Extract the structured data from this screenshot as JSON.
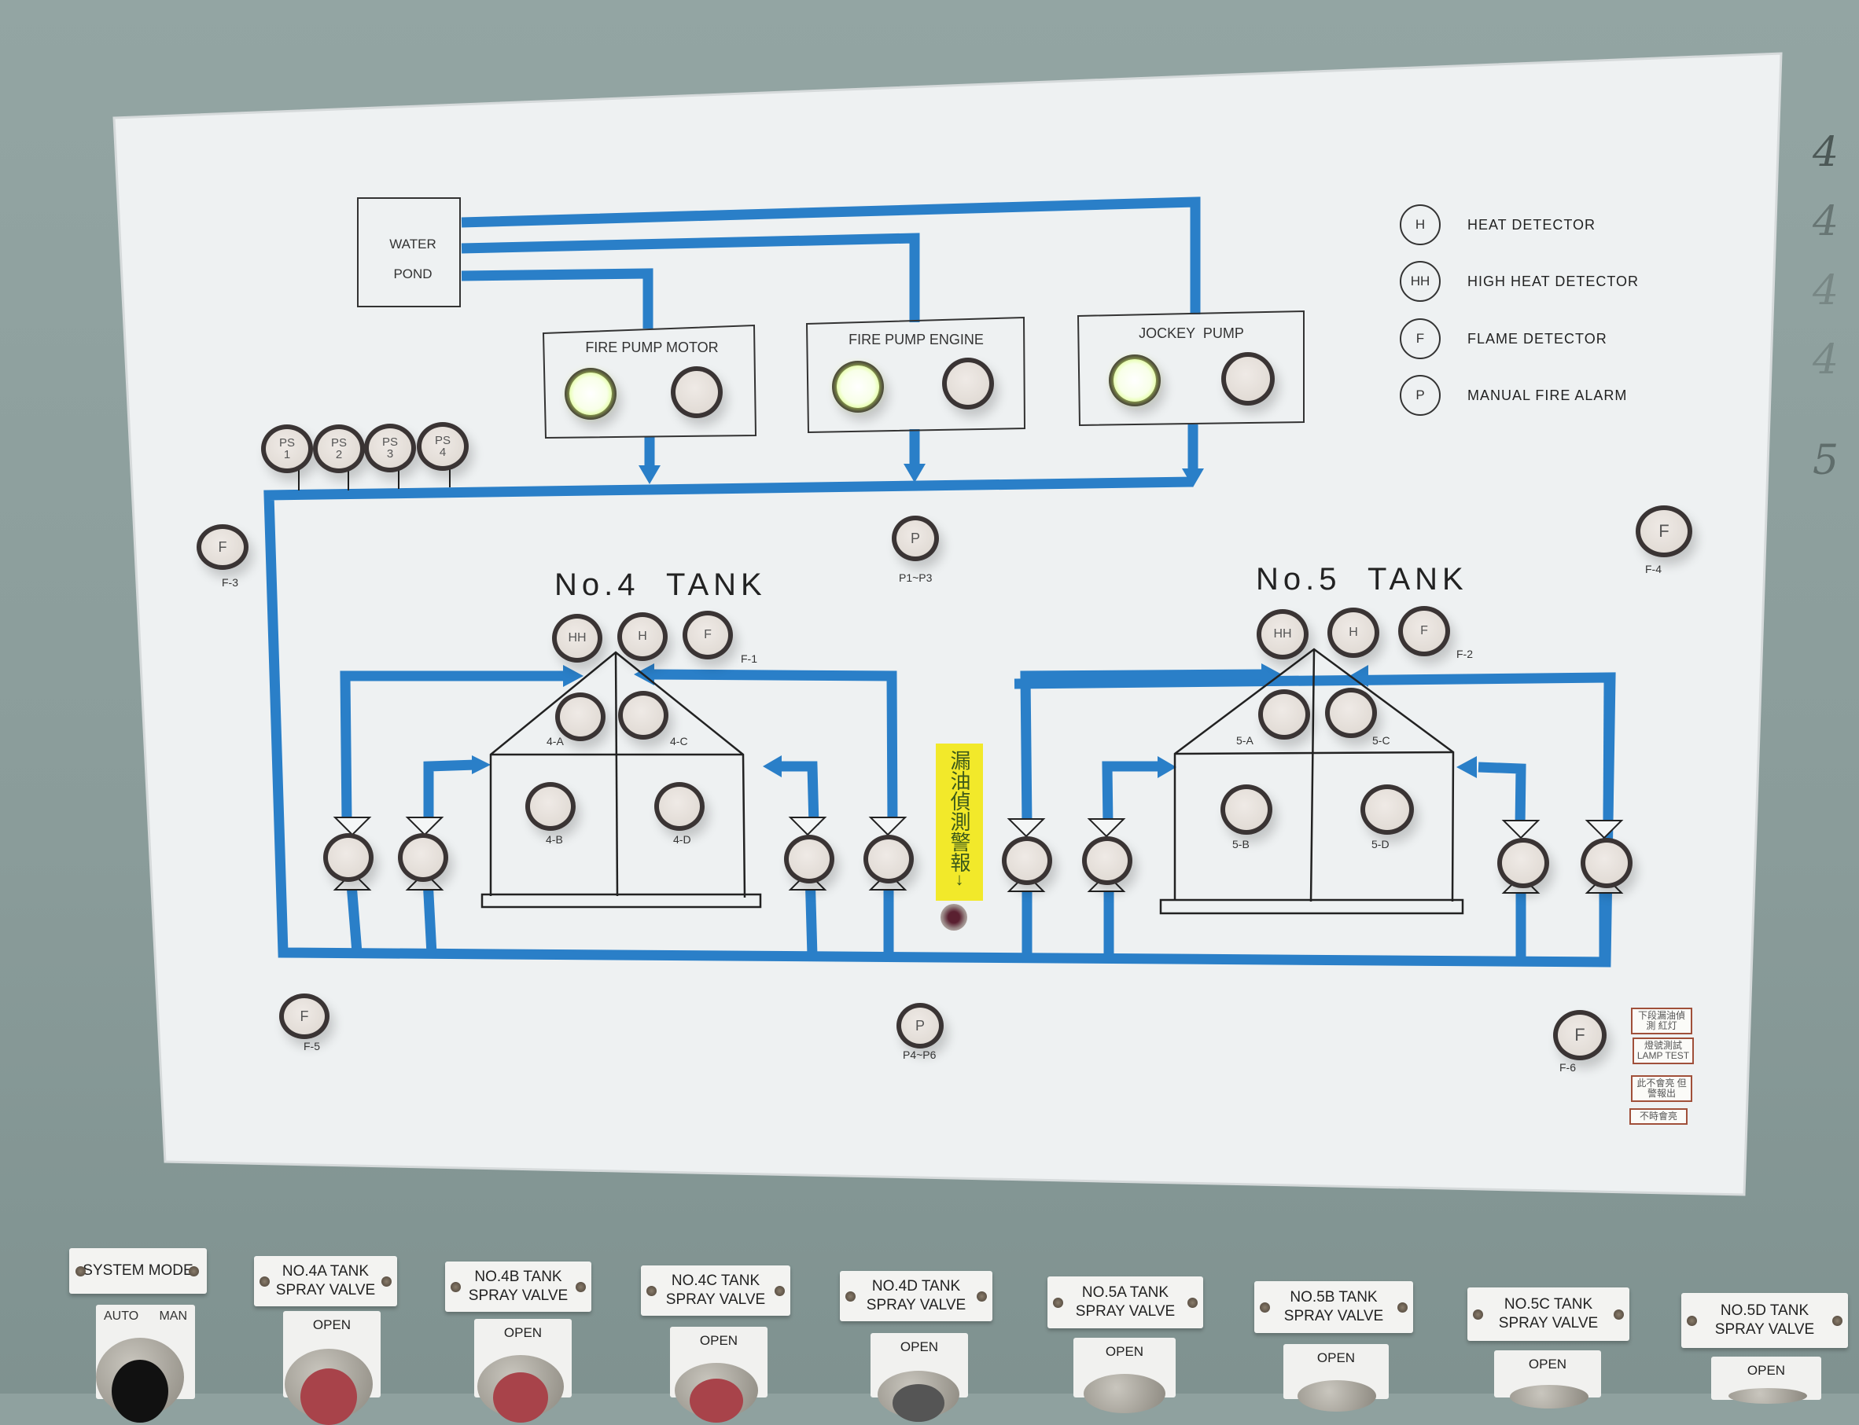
{
  "legend": [
    {
      "symbol": "H",
      "label": "HEAT DETECTOR"
    },
    {
      "symbol": "HH",
      "label": "HIGH HEAT DETECTOR"
    },
    {
      "symbol": "F",
      "label": "FLAME DETECTOR"
    },
    {
      "symbol": "P",
      "label": "MANUAL FIRE ALARM"
    }
  ],
  "water_pond": {
    "line1": "WATER",
    "line2": "POND"
  },
  "pumps": [
    {
      "label": "FIRE PUMP MOTOR",
      "run_lamp": "on",
      "stop_lamp": "off"
    },
    {
      "label": "FIRE PUMP ENGINE",
      "run_lamp": "on",
      "stop_lamp": "off"
    },
    {
      "label": "JOCKEY  PUMP",
      "run_lamp": "on",
      "stop_lamp": "off"
    }
  ],
  "pressure_switches": [
    {
      "line1": "PS",
      "line2": "1"
    },
    {
      "line1": "PS",
      "line2": "2"
    },
    {
      "line1": "PS",
      "line2": "3"
    },
    {
      "line1": "PS",
      "line2": "4"
    }
  ],
  "flame_detectors": [
    {
      "symbol": "F",
      "label": "F-3"
    },
    {
      "symbol": "F",
      "label": "F-4"
    },
    {
      "symbol": "F",
      "label": "F-5"
    },
    {
      "symbol": "F",
      "label": "F-6"
    }
  ],
  "manual_alarms": [
    {
      "symbol": "P",
      "label": "P1~P3"
    },
    {
      "symbol": "P",
      "label": "P4~P6"
    }
  ],
  "tank4": {
    "title": "No.4  TANK",
    "detectors": [
      {
        "symbol": "HH"
      },
      {
        "symbol": "H"
      },
      {
        "symbol": "F"
      }
    ],
    "flame_label": "F-1",
    "zones": [
      "4-A",
      "4-C",
      "4-B",
      "4-D"
    ]
  },
  "tank5": {
    "title": "No.5  TANK",
    "detectors": [
      {
        "symbol": "HH"
      },
      {
        "symbol": "H"
      },
      {
        "symbol": "F"
      }
    ],
    "flame_label": "F-2",
    "zones": [
      "5-A",
      "5-C",
      "5-B",
      "5-D"
    ]
  },
  "oil_leak_label": {
    "text": "漏油偵測警報",
    "arrow": "↓"
  },
  "stickers": [
    {
      "text": "下段漏油偵測 紅灯"
    },
    {
      "text": "燈號測試 LAMP TEST"
    },
    {
      "text": "此不會亮 但警報出"
    },
    {
      "text": "不時會亮"
    }
  ],
  "side_marks": [
    "4",
    "4",
    "4",
    "4",
    "5"
  ],
  "bottom_controls": [
    {
      "name": "SYSTEM MODE",
      "sub": [
        "AUTO",
        "MAN"
      ],
      "type": "selector"
    },
    {
      "name": "NO.4A TANK\nSPRAY VALVE",
      "sub": [
        "OPEN"
      ],
      "type": "button"
    },
    {
      "name": "NO.4B TANK\nSPRAY VALVE",
      "sub": [
        "OPEN"
      ],
      "type": "button"
    },
    {
      "name": "NO.4C TANK\nSPRAY VALVE",
      "sub": [
        "OPEN"
      ],
      "type": "button"
    },
    {
      "name": "NO.4D TANK\nSPRAY VALVE",
      "sub": [
        "OPEN"
      ],
      "type": "button"
    },
    {
      "name": "NO.5A TANK\nSPRAY VALVE",
      "sub": [
        "OPEN"
      ],
      "type": "button"
    },
    {
      "name": "NO.5B TANK\nSPRAY VALVE",
      "sub": [
        "OPEN"
      ],
      "type": "button"
    },
    {
      "name": "NO.5C TANK\nSPRAY VALVE",
      "sub": [
        "OPEN"
      ],
      "type": "button"
    },
    {
      "name": "NO.5D TANK\nSPRAY VALVE",
      "sub": [
        "OPEN"
      ],
      "type": "button"
    }
  ],
  "colors": {
    "pipe": "#2a7fc8",
    "board": "#eef1f2",
    "cabinet": "#8fa19f",
    "lamp_on": "#d9ff66",
    "label_yellow": "#f2e92a"
  }
}
